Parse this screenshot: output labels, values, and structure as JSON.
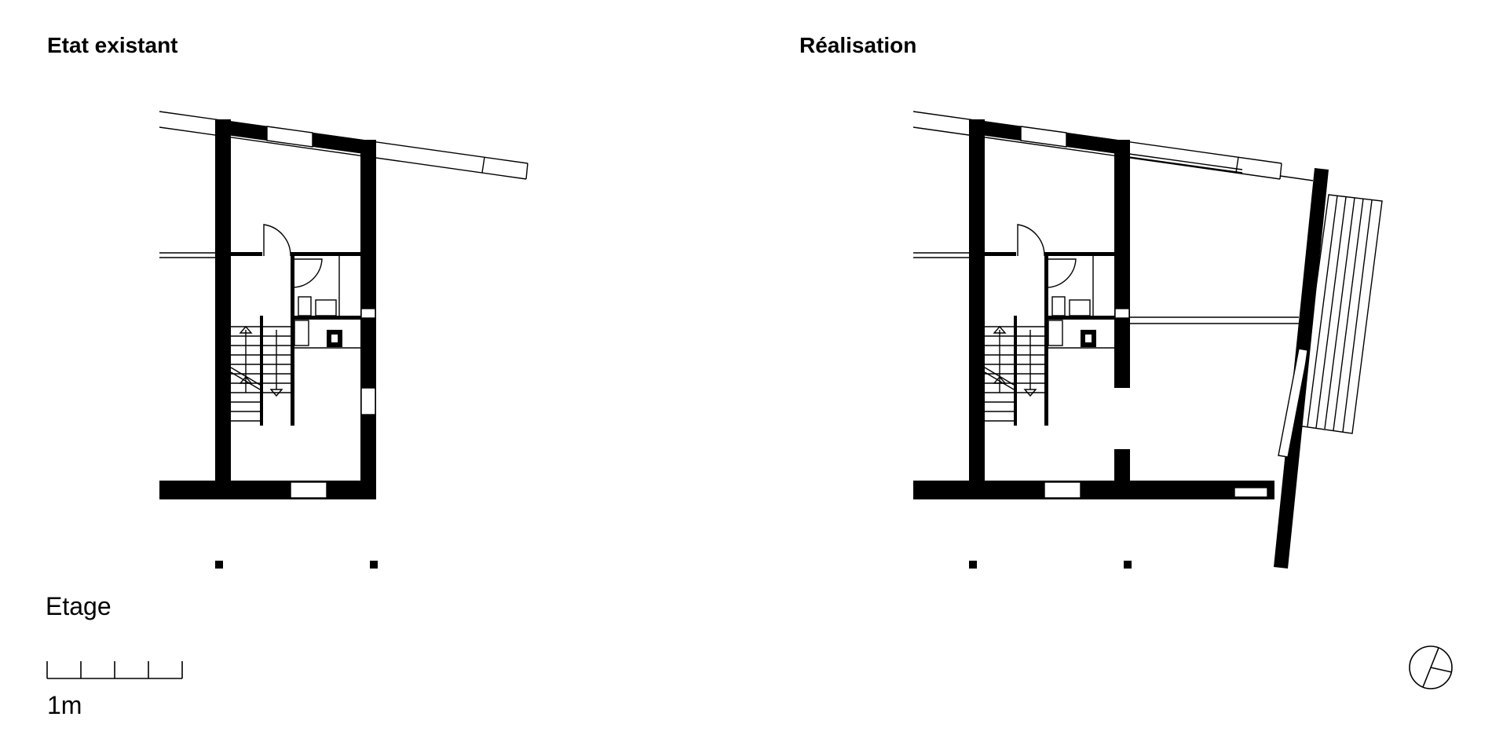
{
  "titles": {
    "left": "Etat existant",
    "right": "Réalisation"
  },
  "floor_label": "Etage",
  "scale": {
    "label": "1m",
    "divisions": 4
  },
  "colors": {
    "ink": "#000000",
    "paper": "#ffffff"
  },
  "icons": {
    "north": "north-arrow-icon"
  }
}
